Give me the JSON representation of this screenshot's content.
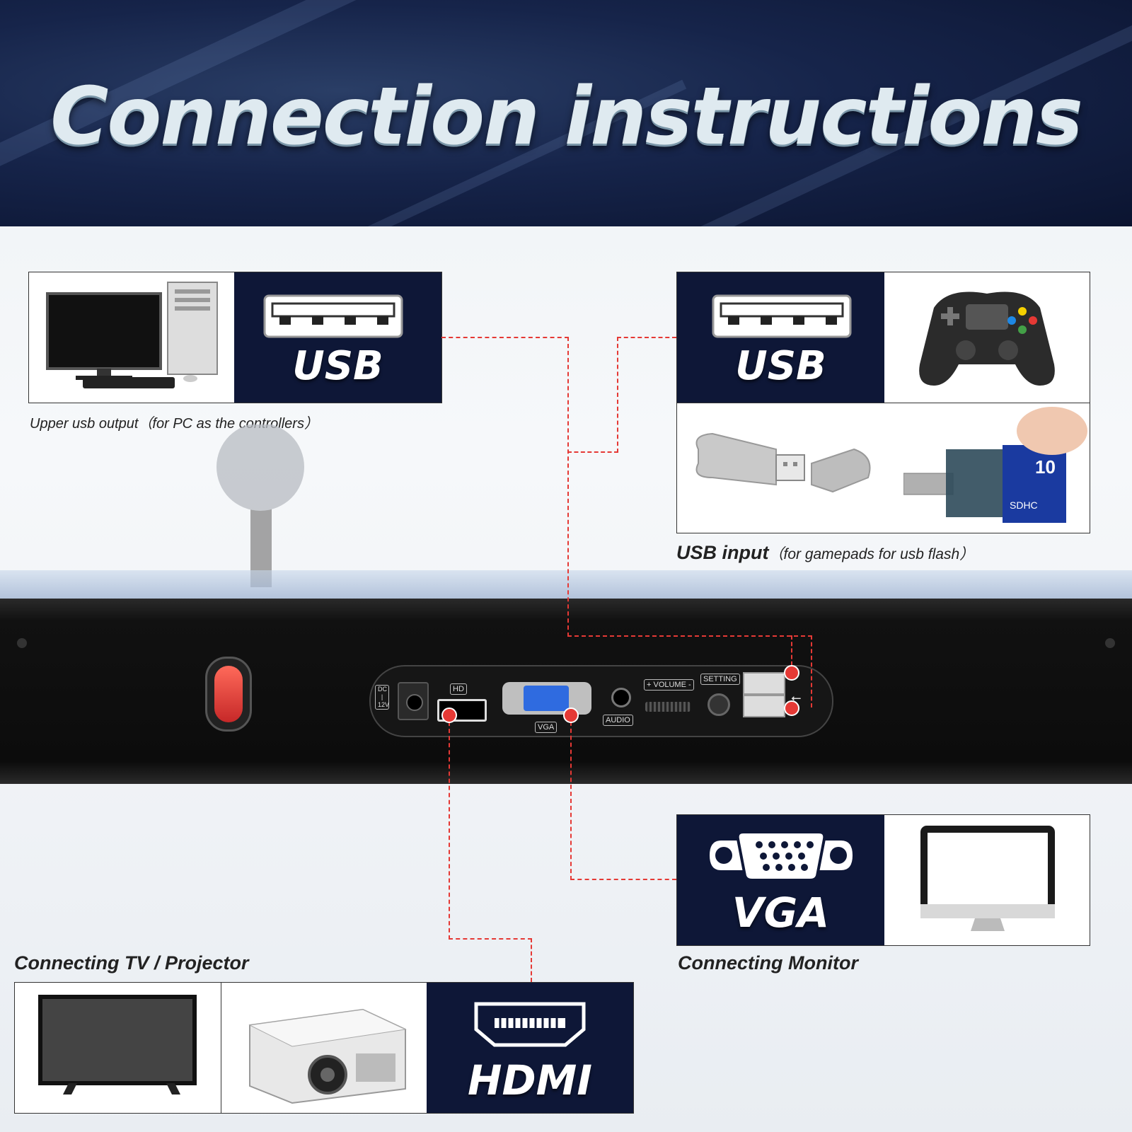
{
  "title": "Connection instructions",
  "usb_output": {
    "label": "USB",
    "caption": "Upper usb output（for PC as the controllers）"
  },
  "usb_input": {
    "label": "USB",
    "caption_bold": "USB input",
    "caption_rest": "（for gamepads    for usb flash）"
  },
  "vga": {
    "label": "VGA",
    "caption": "Connecting Monitor"
  },
  "hdmi": {
    "label": "HDMI",
    "caption": "Connecting TV / Projector"
  },
  "panel_tags": {
    "dc": "DC\n|\n12V",
    "hd": "HD",
    "vga": "VGA",
    "audio": "AUDIO",
    "volume": "+ VOLUME -",
    "setting": "SETTING"
  },
  "sd_card": {
    "brand_text": "SDHC",
    "size_text": "10"
  },
  "colors": {
    "navy": "#0e1737",
    "connector_line": "#e53935",
    "switch": "#e53935"
  }
}
